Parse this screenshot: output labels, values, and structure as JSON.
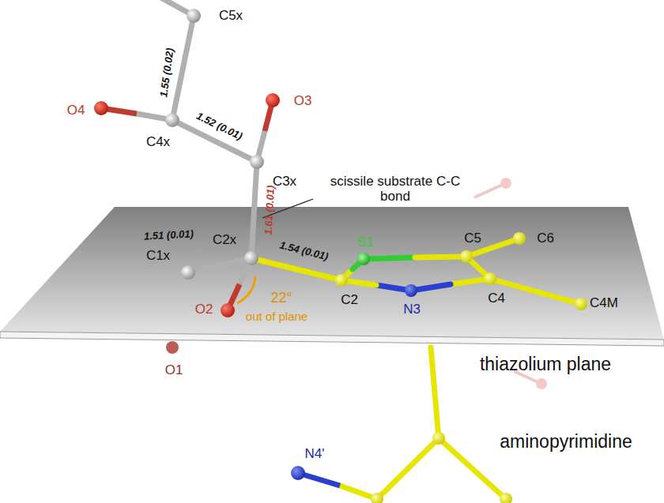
{
  "diagram": {
    "labels": [
      "C5x",
      "1.55 (0.02)",
      "O4",
      "C4x",
      "1.52 (0.01)",
      "O3",
      "C3x",
      "scissile substrate C-C bond",
      "1.51 (0.01)",
      "C2x",
      "1.61 (0.01)",
      "C1x",
      "1.54 (0.01)",
      "S1",
      "C5",
      "C6",
      "O2",
      "22°",
      "out of plane",
      "C2",
      "N3",
      "C4",
      "C4M",
      "O1",
      "thiazolium plane",
      "N4'",
      "aminopyrimidine"
    ]
  }
}
